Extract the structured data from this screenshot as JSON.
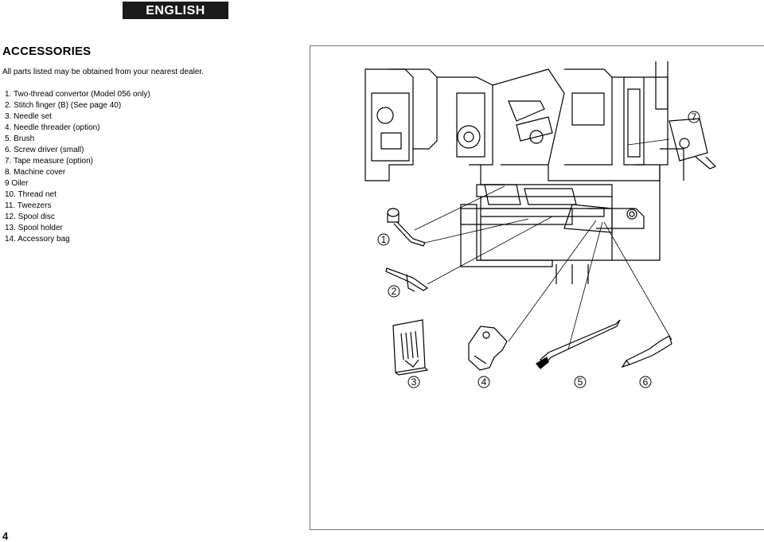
{
  "header": {
    "language_tab": "ENGLISH"
  },
  "section": {
    "title": "ACCESSORIES",
    "intro": "All parts listed may be obtained from your nearest dealer."
  },
  "parts": [
    "1.  Two-thread convertor  (Model 056 only)",
    "2.  Stitch finger (B) (See page 40)",
    "3.  Needle set",
    "4.  Needle threader (option)",
    "5.  Brush",
    "6.  Screw driver (small)",
    "7.  Tape measure (option)",
    "8.  Machine cover",
    "9   Oiler",
    "10.  Thread net",
    "11.  Tweezers",
    "12.  Spool disc",
    "13.  Spool holder",
    "14.  Accessory bag"
  ],
  "illustration": {
    "callouts": [
      "1",
      "2",
      "3",
      "4",
      "5",
      "6",
      "7"
    ]
  },
  "footer": {
    "page_number": "4"
  }
}
